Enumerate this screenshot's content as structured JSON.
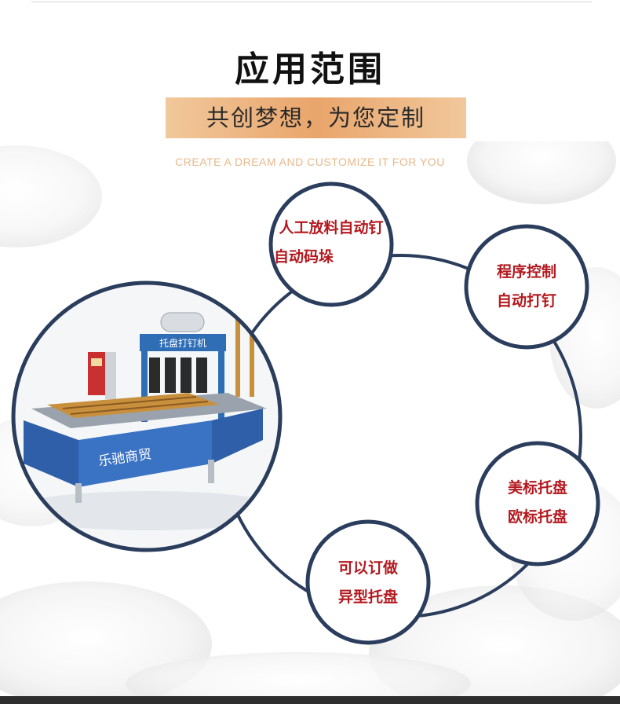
{
  "header": {
    "title": "应用范围",
    "subtitle": "共创梦想，为您定制",
    "english": "CREATE A DREAM AND CUSTOMIZE IT FOR YOU"
  },
  "machine": {
    "panel_label": "托盘打钉机",
    "side_text": "乐驰商贸"
  },
  "features": [
    {
      "line1": "人工放料自动钉",
      "line2": "自动码垛"
    },
    {
      "line1": "程序控制",
      "line2": "自动打钉"
    },
    {
      "line1": "美标托盘",
      "line2": "欧标托盘"
    },
    {
      "line1": "可以订做",
      "line2": "异型托盘"
    }
  ],
  "colors": {
    "ring": "#2b3d5c",
    "feature_text": "#b3191f",
    "band": "#e9a56b",
    "english_text": "#e9b88b"
  }
}
